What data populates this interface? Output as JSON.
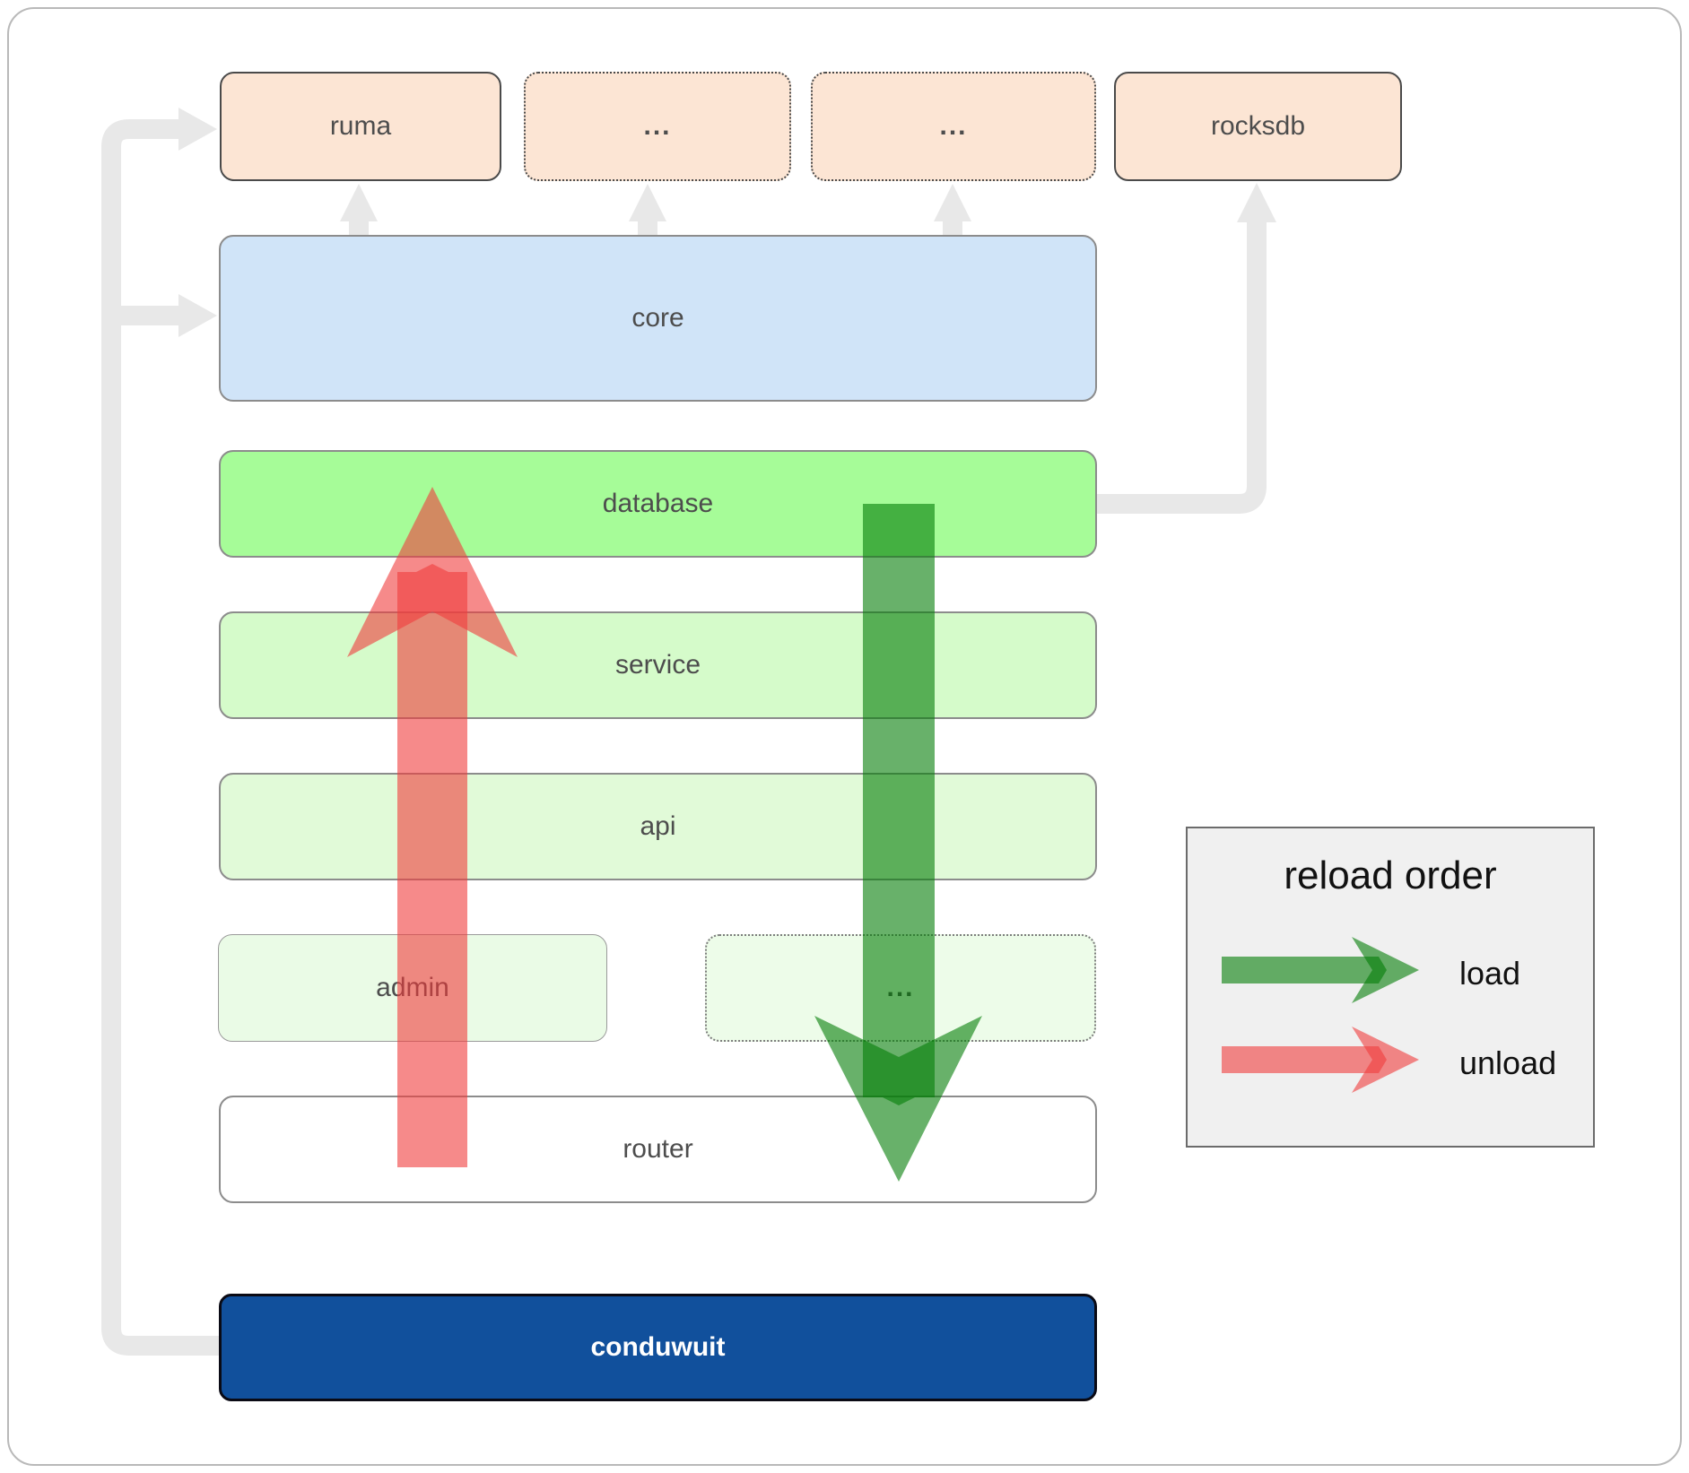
{
  "diagram": {
    "nodes": {
      "ruma": {
        "label": "ruma"
      },
      "deps_more_1": {
        "label": "..."
      },
      "deps_more_2": {
        "label": "..."
      },
      "rocksdb": {
        "label": "rocksdb"
      },
      "core": {
        "label": "core"
      },
      "database": {
        "label": "database"
      },
      "service": {
        "label": "service"
      },
      "api": {
        "label": "api"
      },
      "admin": {
        "label": "admin"
      },
      "service_more": {
        "label": "..."
      },
      "router": {
        "label": "router"
      },
      "conduwuit": {
        "label": "conduwuit"
      }
    },
    "legend": {
      "title": "reload order",
      "load_label": "load",
      "unload_label": "unload"
    },
    "colors": {
      "load_arrow": "#037d07",
      "unload_arrow": "#f03c3c",
      "connector": "#e8e8e8",
      "dependency_fill": "#fce5d4",
      "core_fill": "#d0e4f8",
      "database_fill": "#a6fc98",
      "service_fill": "#d5fbca",
      "api_fill": "#e1fad8",
      "admin_fill": "#eafbe6",
      "router_fill": "#ffffff",
      "conduwuit_fill": "#11509c"
    }
  }
}
